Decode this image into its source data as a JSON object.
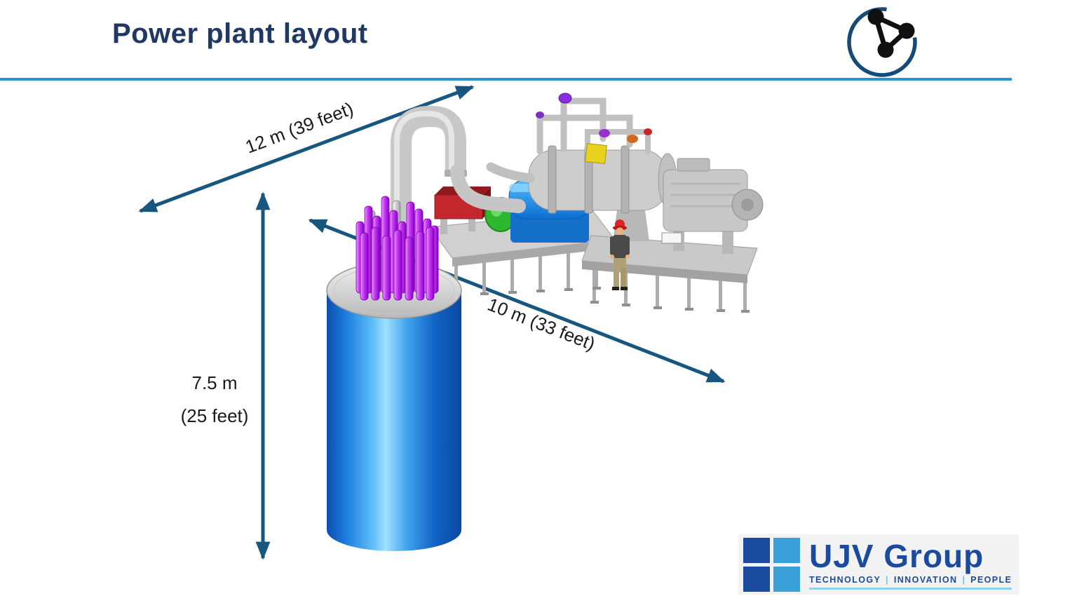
{
  "slide": {
    "title": "Power plant layout"
  },
  "dimensions": {
    "width": "12 m (39 feet)",
    "depth": "10 m (33 feet)",
    "height_m": "7.5 m",
    "height_ft": "(25 feet)"
  },
  "footer_logo": {
    "company": "UJV Group",
    "separator": "|",
    "tagline": [
      "TECHNOLOGY",
      "INNOVATION",
      "PEOPLE"
    ]
  },
  "colors": {
    "title": "#203864",
    "accent": "#2B93C8",
    "arrow": "#16567F",
    "logo_blue": "#1B4B9E",
    "logo_light_blue": "#3AA0D8",
    "cylinder_blue": "#1E7FE0",
    "rod_purple": "#A915E8"
  }
}
